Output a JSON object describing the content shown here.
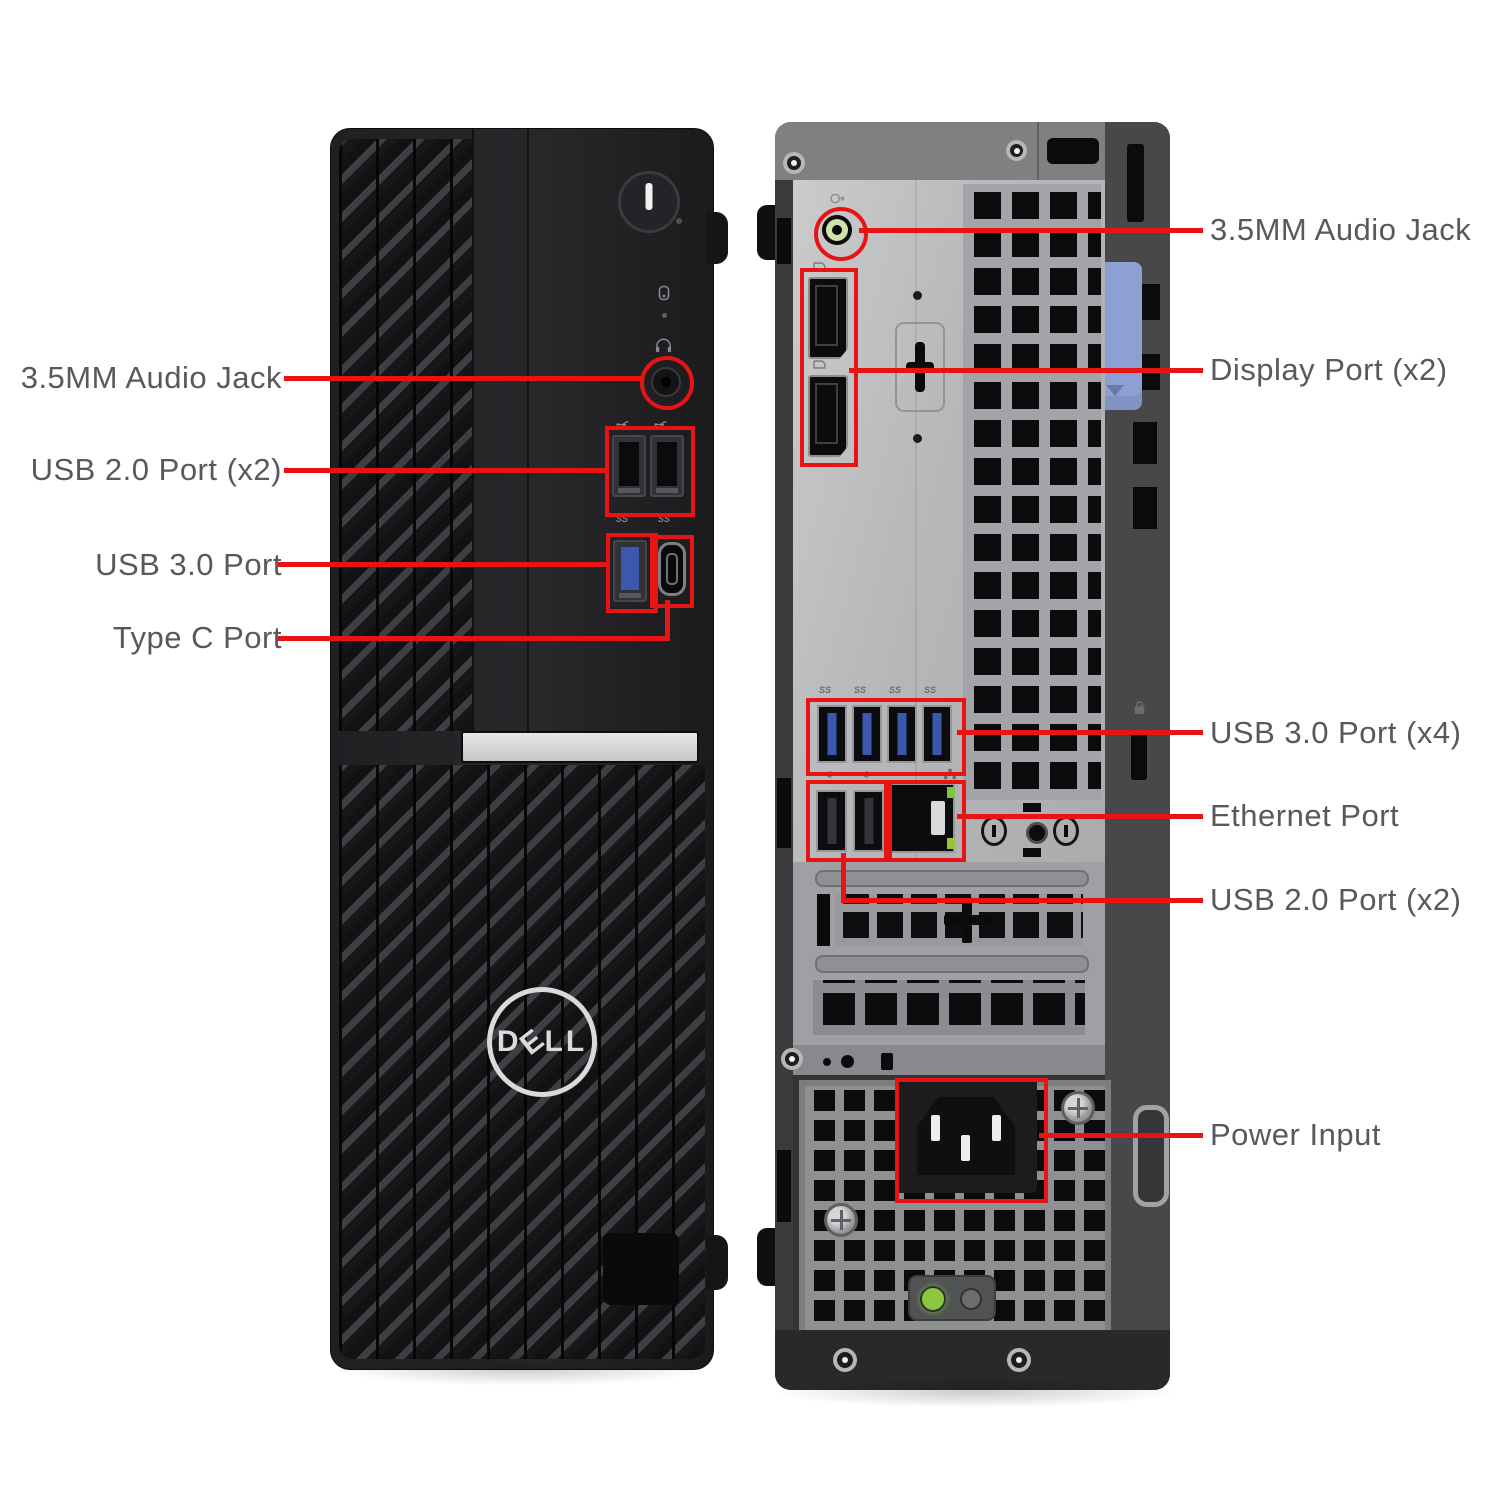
{
  "colors": {
    "annotation_red": "#e81414",
    "label_gray": "#59595b",
    "usb3_blue": "#3c57ae",
    "latch_blue": "#8da0d4",
    "jack_green": "#cfe3a8",
    "led_green": "#8cc63f",
    "silver_panel": "#b3b5b7"
  },
  "front_view": {
    "logo_text": "DELL",
    "annotations": [
      {
        "label": "3.5MM Audio Jack"
      },
      {
        "label": "USB 2.0 Port (x2)"
      },
      {
        "label": "USB 3.0 Port"
      },
      {
        "label": "Type C Port"
      }
    ]
  },
  "back_view": {
    "annotations": [
      {
        "label": "3.5MM Audio Jack"
      },
      {
        "label": "Display Port (x2)"
      },
      {
        "label": "USB 3.0 Port (x4)"
      },
      {
        "label": "Ethernet Port"
      },
      {
        "label": "USB 2.0 Port (x2)"
      },
      {
        "label": "Power Input"
      }
    ]
  },
  "icons": {
    "ss_label": "SS",
    "names": [
      "power-button-icon",
      "hdd-indicator-icon",
      "headphones-icon",
      "usb-icon",
      "line-out-icon",
      "displayport-icon",
      "network-icon",
      "lock-icon"
    ]
  }
}
